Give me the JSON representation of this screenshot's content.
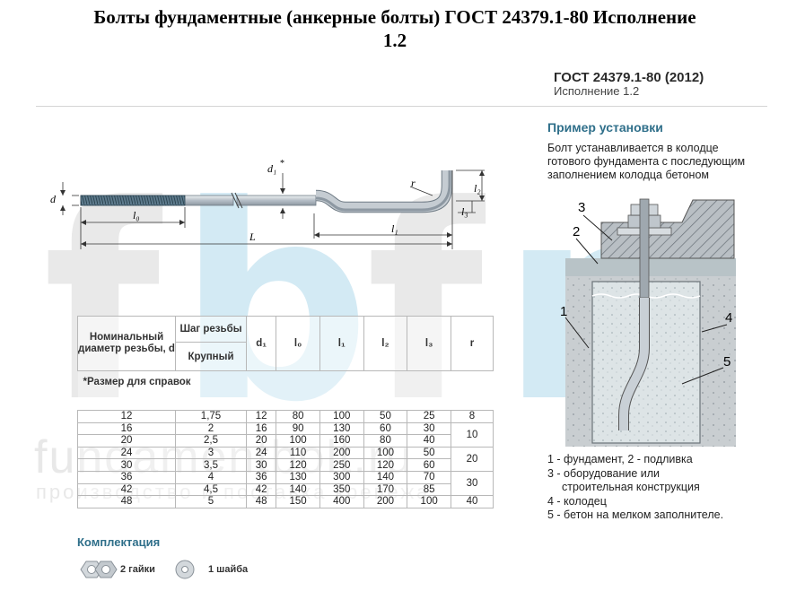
{
  "page_title": "Болты фундаментные (анкерные болты) ГОСТ 24379.1-80 Исполнение 1.2",
  "gost": {
    "code": "ГОСТ 24379.1-80 (2012)",
    "variant": "Исполнение 1.2"
  },
  "watermark": {
    "letters": [
      "f",
      "b",
      "f",
      "r"
    ],
    "site": "fundamentbolt.ru",
    "tagline": "производство и поставка крепежа"
  },
  "drawing": {
    "labels": {
      "d": "d",
      "d1": "d₁",
      "d1_star": "*",
      "l0": "l₀",
      "L": "L",
      "l1": "l₁",
      "l2": "l₂",
      "l3": "l₃",
      "r": "r"
    }
  },
  "installation": {
    "title": "Пример установки",
    "description": "Болт устанавливается в колодце готового фундамента с последующим заполнением колодца бетоном",
    "callouts": [
      "1",
      "2",
      "3",
      "4",
      "5"
    ],
    "legend": [
      "1 - фундамент, 2 - подливка",
      "3 - оборудование или",
      "строительная конструкция",
      "4 - колодец",
      "5 - бетон на мелком заполнителе."
    ]
  },
  "table": {
    "headers": {
      "nominal": "Номинальный диаметр резьбы, d",
      "pitch": "Шаг резьбы",
      "pitch_sub": "Крупный",
      "d1": "d₁",
      "l0": "l₀",
      "l1": "l₁",
      "l2": "l₂",
      "l3": "l₃",
      "r": "r"
    },
    "note": "*Размер для справок",
    "rows": [
      [
        "12",
        "1,75",
        "12",
        "80",
        "100",
        "50",
        "25"
      ],
      [
        "16",
        "2",
        "16",
        "90",
        "130",
        "60",
        "30"
      ],
      [
        "20",
        "2,5",
        "20",
        "100",
        "160",
        "80",
        "40"
      ],
      [
        "24",
        "3",
        "24",
        "110",
        "200",
        "100",
        "50"
      ],
      [
        "30",
        "3,5",
        "30",
        "120",
        "250",
        "120",
        "60"
      ],
      [
        "36",
        "4",
        "36",
        "130",
        "300",
        "140",
        "70"
      ],
      [
        "42",
        "4,5",
        "42",
        "140",
        "350",
        "170",
        "85"
      ],
      [
        "48",
        "5",
        "48",
        "150",
        "400",
        "200",
        "100"
      ]
    ],
    "r_values": [
      "8",
      "10",
      "20",
      "30",
      "40"
    ]
  },
  "kit": {
    "title": "Комплектация",
    "nuts": "2 гайки",
    "washer": "1 шайба"
  },
  "colors": {
    "accent": "#2f6f8a",
    "bolt": "#c9d0d6",
    "concrete": "#c7cdd1",
    "watermark_blue": "#bcdcea"
  }
}
